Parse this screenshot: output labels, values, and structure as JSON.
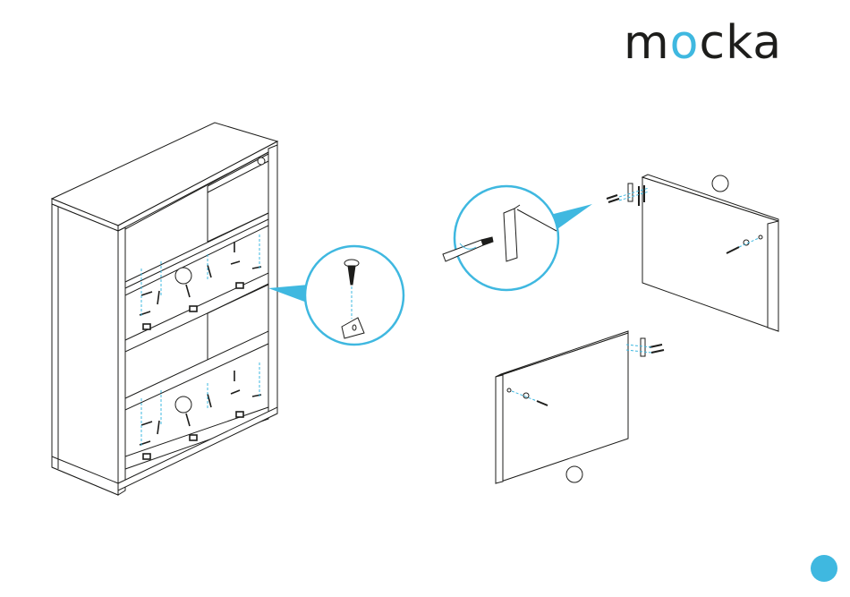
{
  "brand": {
    "name_parts": [
      "m",
      "o",
      "cka"
    ]
  },
  "colors": {
    "accent": "#3fb8e0",
    "ink": "#1d1d1b"
  }
}
